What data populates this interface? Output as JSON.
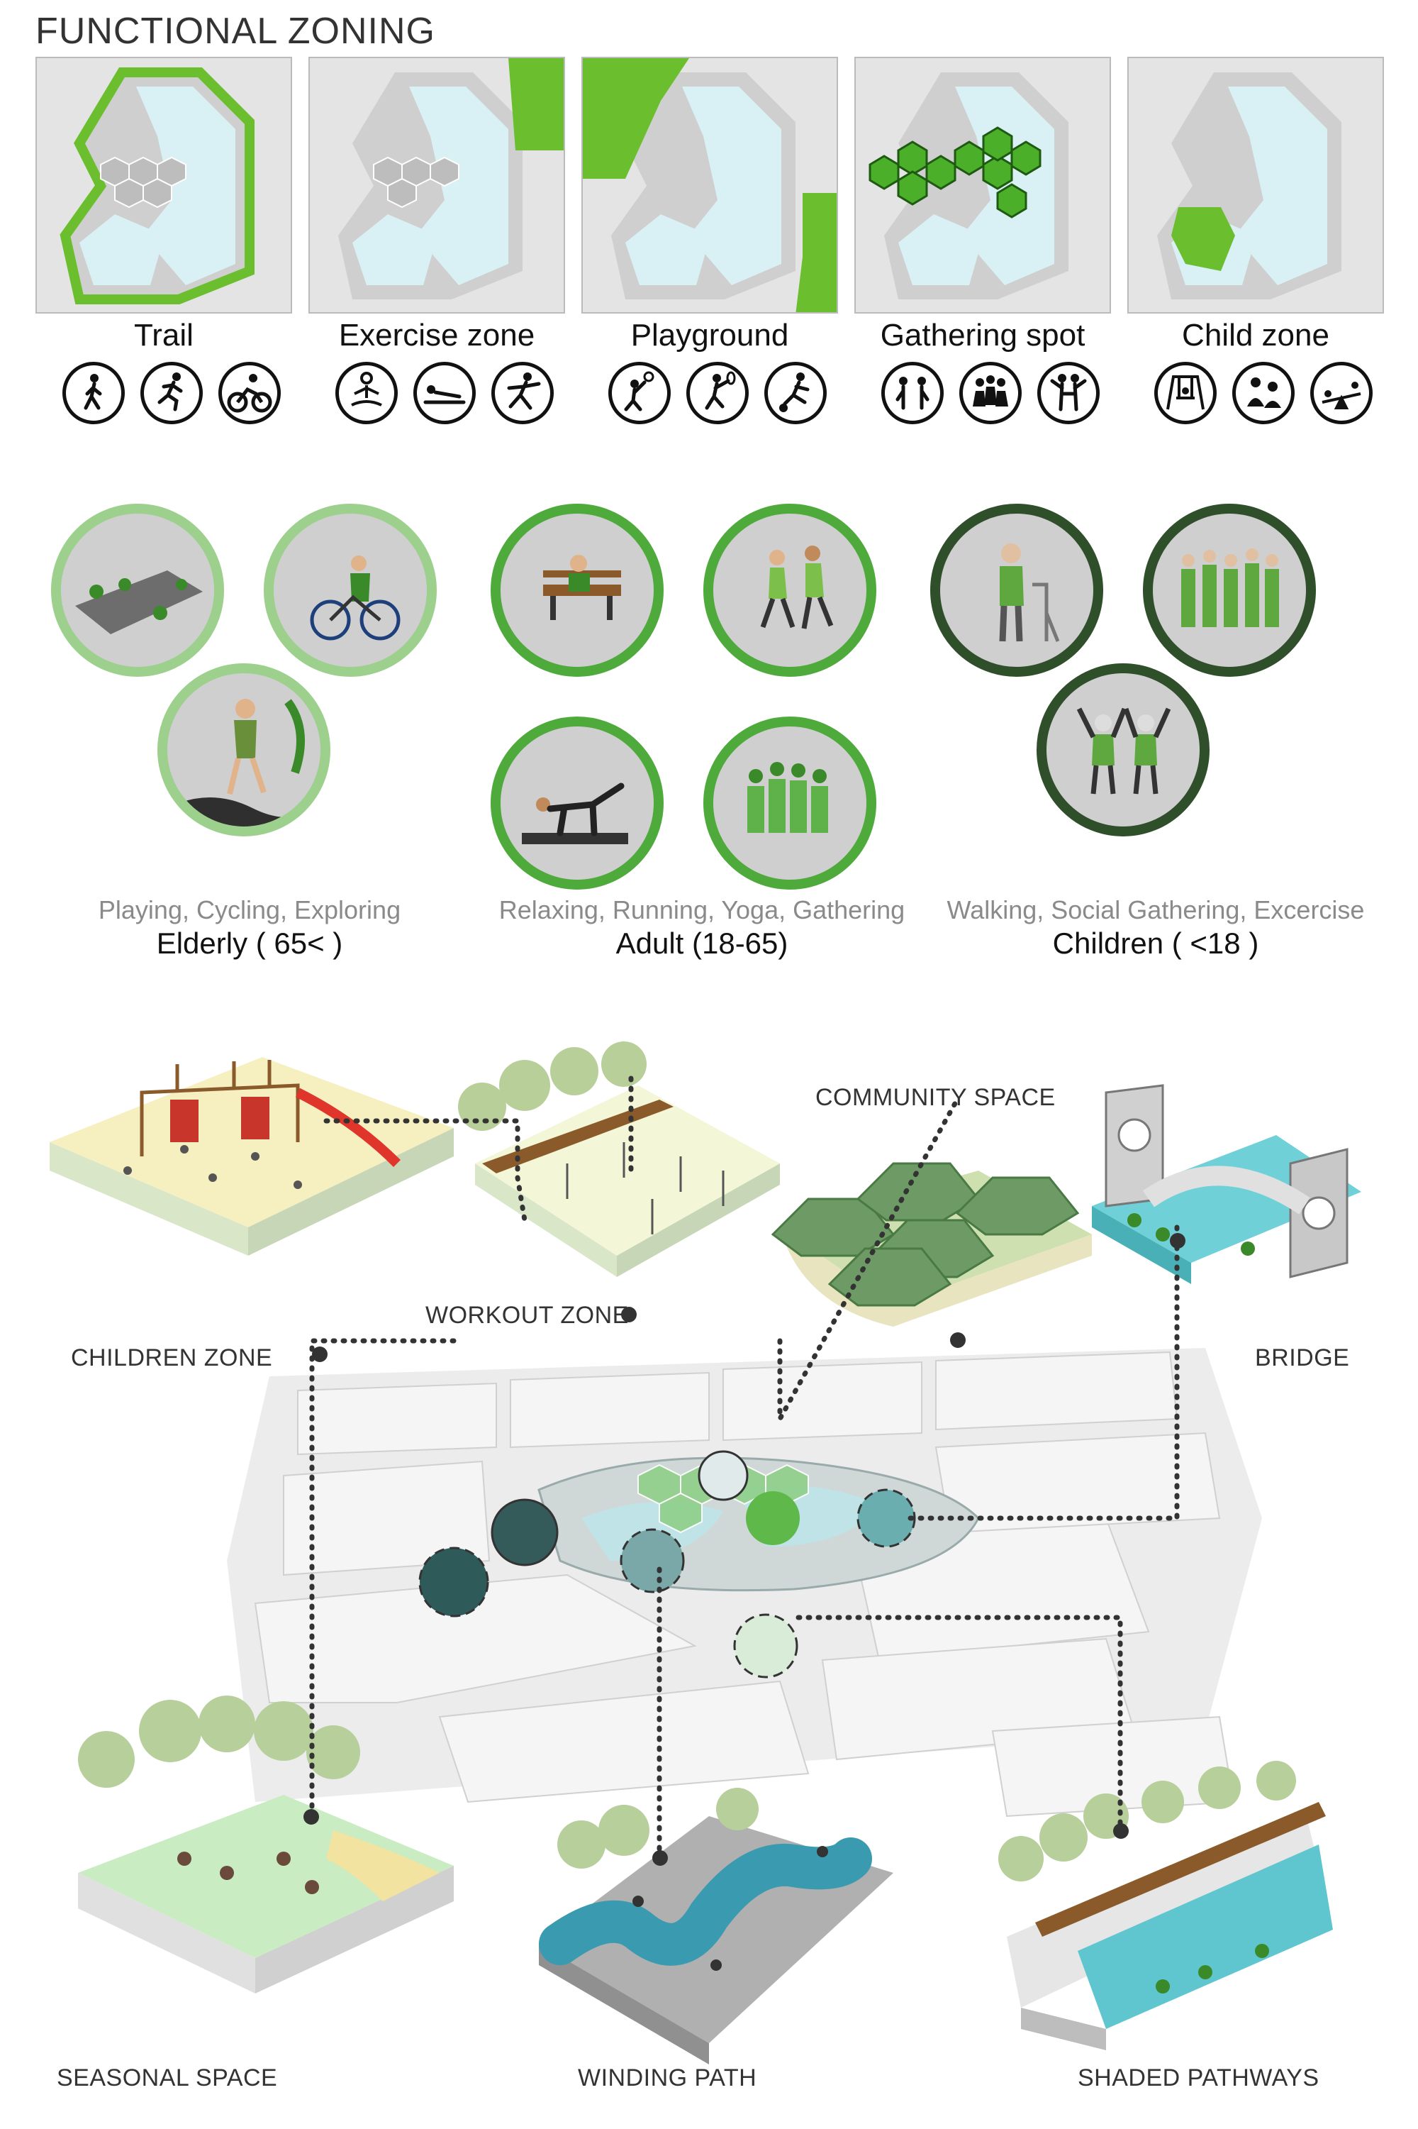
{
  "title": "FUNCTIONAL ZONING",
  "zones": [
    {
      "name": "Trail",
      "icons": [
        "walking-icon",
        "running-icon",
        "cycling-icon"
      ]
    },
    {
      "name": "Exercise zone",
      "icons": [
        "meditation-icon",
        "stretching-icon",
        "exercise-icon"
      ]
    },
    {
      "name": "Playground",
      "icons": [
        "volleyball-icon",
        "badminton-icon",
        "football-icon"
      ]
    },
    {
      "name": "Gathering spot",
      "icons": [
        "two-people-icon",
        "group-icon",
        "friends-icon"
      ]
    },
    {
      "name": "Child zone",
      "icons": [
        "swing-icon",
        "kids-icon",
        "seesaw-icon"
      ]
    }
  ],
  "groups": [
    {
      "activities": "Playing, Cycling, Exploring",
      "age": "Elderly ( 65< )"
    },
    {
      "activities": "Relaxing, Running, Yoga, Gathering",
      "age": "Adult (18-65)"
    },
    {
      "activities": "Walking, Social Gathering, Excercise",
      "age": "Children ( <18 )"
    }
  ],
  "labels": {
    "children_zone": "CHILDREN ZONE",
    "workout_zone": "WORKOUT ZONE",
    "community_space": "COMMUNITY SPACE",
    "bridge": "BRIDGE",
    "seasonal_space": "SEASONAL SPACE",
    "winding_path": "WINDING PATH",
    "shaded_pathways": "SHADED PATHWAYS"
  },
  "colors": {
    "accent_green": "#6bbf2e",
    "light_green": "#8fc97a",
    "mid_green": "#4f9a3a",
    "dark_green": "#2f4f2a",
    "water": "#d9f1f5"
  }
}
